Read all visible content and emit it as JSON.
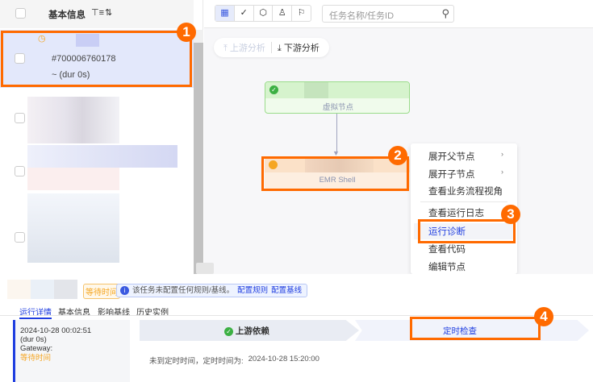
{
  "list": {
    "header": "基本信息",
    "filter_icon": "filter-icon",
    "sort_icon": "sort-icon",
    "selected": {
      "id": "#700006760178",
      "duration": "~ (dur 0s)"
    }
  },
  "toolbar": {
    "icons": [
      "grid-icon",
      "check-circle-icon",
      "cube-icon",
      "user-icon",
      "flag-icon"
    ],
    "search_placeholder": "任务名称/任务ID"
  },
  "analysis": {
    "upstream": "上游分析",
    "downstream": "下游分析"
  },
  "nodes": [
    {
      "label": "虚拟节点",
      "status": "success"
    },
    {
      "label": "EMR Shell",
      "status": "waiting"
    }
  ],
  "context_menu": {
    "items": [
      "展开父节点",
      "展开子节点",
      "查看业务流程视角",
      "查看运行日志",
      "运行诊断",
      "查看代码",
      "编辑节点"
    ],
    "active": "运行诊断"
  },
  "bottom": {
    "status_tag": "等待时间",
    "notice": "该任务未配置任何规则/基线。",
    "link_rule": "配置规则",
    "link_baseline": "配置基线",
    "tabs": [
      "运行详情",
      "基本信息",
      "影响基线",
      "历史实例"
    ],
    "instance": {
      "time": "2024-10-28 00:02:51",
      "duration": "(dur 0s)",
      "gateway": "Gateway:",
      "status": "等待时间"
    },
    "steps": [
      "上游依赖",
      "定时检查"
    ],
    "message_label": "未到定时时间，定时时间为:",
    "message_time": "2024-10-28 15:20:00"
  },
  "annotations": [
    "1",
    "2",
    "3",
    "4"
  ],
  "colors": {
    "accent": "#ff6a00",
    "primary": "#1f3ee0",
    "waiting": "#f5a623",
    "success": "#52c41a"
  }
}
